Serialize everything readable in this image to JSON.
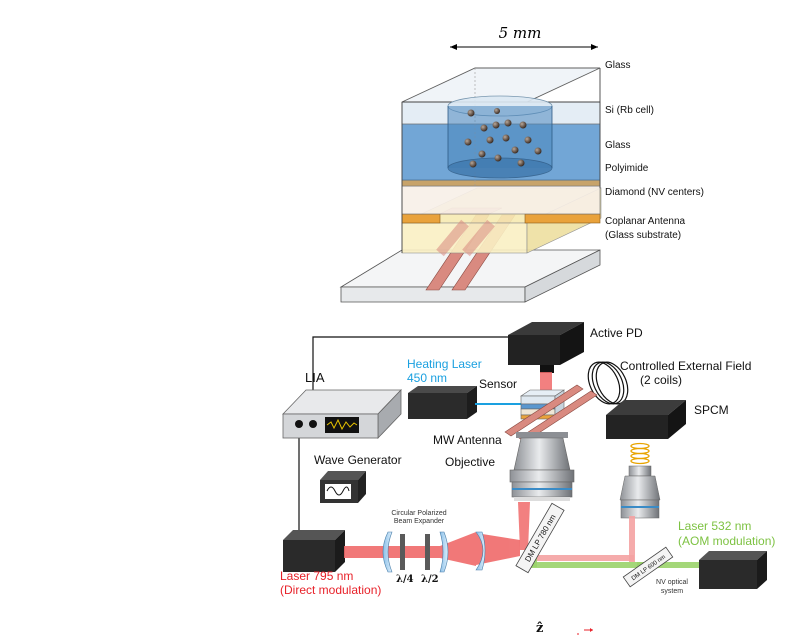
{
  "stack": {
    "dimension_label": "5 mm",
    "layers": [
      {
        "label": "Glass"
      },
      {
        "label": "Si (Rb cell)"
      },
      {
        "label": "Glass"
      },
      {
        "label": "Polyimide"
      },
      {
        "label": "Diamond (NV centers)"
      },
      {
        "label": "Coplanar Antenna"
      },
      {
        "label": "(Glass substrate)"
      }
    ]
  },
  "setup": {
    "active_pd": "Active PD",
    "field": [
      "Controlled External Field",
      "(2 coils)"
    ],
    "heating_laser": [
      "Heating Laser",
      "450 nm"
    ],
    "sensor": "Sensor",
    "lia": "LIA",
    "spcm": "SPCM",
    "mw_antenna": "MW Antenna",
    "objective": "Objective",
    "wave_generator": "Wave Generator",
    "expander": [
      "Circular Polarized",
      "Beam Expander"
    ],
    "lambda4": "λ/4",
    "lambda2": "λ/2",
    "dm780": "DM LP 780 nm",
    "dm600": "DM LP 600 nm",
    "laser795": [
      "Laser 795 nm",
      "(Direct modulation)"
    ],
    "laser532": [
      "Laser 532 nm",
      "(AOM modulation)"
    ],
    "nv_optical": [
      "NV optical",
      "system"
    ],
    "axis_z": "ẑ"
  },
  "colors": {
    "heating": "#1aa0e0",
    "laser795": "#e8222a",
    "laser532": "#7dc242",
    "beam_red": "#f06a6a",
    "beam_green": "#9ad36a"
  }
}
